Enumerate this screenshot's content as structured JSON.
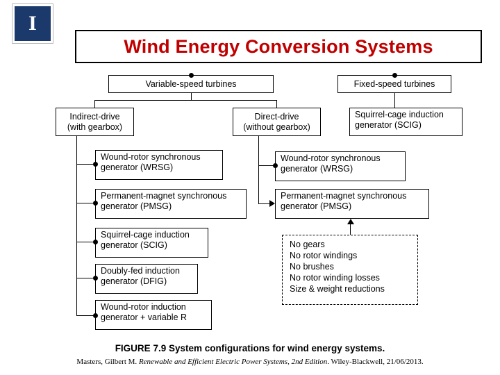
{
  "logo": {
    "glyph": "I",
    "background": "#1b3a6b"
  },
  "title": {
    "text": "Wind Energy Conversion Systems",
    "color": "#c00000"
  },
  "diagram": {
    "level1": [
      {
        "name": "variable-speed-turbines",
        "text": "Variable-speed turbines"
      },
      {
        "name": "fixed-speed-turbines",
        "text": "Fixed-speed turbines"
      }
    ],
    "level2": [
      {
        "name": "indirect-drive",
        "line1": "Indirect-drive",
        "line2": "(with gearbox)"
      },
      {
        "name": "direct-drive",
        "line1": "Direct-drive",
        "line2": "(without gearbox)"
      },
      {
        "name": "scig-fixed",
        "line1": "Squirrel-cage induction",
        "line2": "generator (SCIG)"
      }
    ],
    "indirect_children": [
      {
        "name": "wrsg-indirect",
        "line1": "Wound-rotor synchronous",
        "line2": "generator (WRSG)"
      },
      {
        "name": "pmsg-indirect",
        "line1": "Permanent-magnet synchronous",
        "line2": "generator (PMSG)"
      },
      {
        "name": "scig-indirect",
        "line1": "Squirrel-cage induction",
        "line2": "generator (SCIG)"
      },
      {
        "name": "dfig-indirect",
        "line1": "Doubly-fed induction",
        "line2": "generator (DFIG)"
      },
      {
        "name": "wrig-indirect",
        "line1": "Wound-rotor induction",
        "line2": "generator + variable R"
      }
    ],
    "direct_children": [
      {
        "name": "wrsg-direct",
        "line1": "Wound-rotor synchronous",
        "line2": "generator (WRSG)"
      },
      {
        "name": "pmsg-direct",
        "line1": "Permanent-magnet synchronous",
        "line2": "generator (PMSG)"
      }
    ],
    "notes": {
      "name": "direct-drive-benefits",
      "lines": [
        "No gears",
        "No rotor windings",
        "No brushes",
        "No rotor winding losses",
        "Size & weight reductions"
      ]
    }
  },
  "caption": {
    "figure": "FIGURE 7.9 System configurations for wind energy systems.",
    "credit_prefix": "Masters, Gilbert M. ",
    "credit_italic": "Renewable and Efficient Electric Power Systems, 2nd Edition",
    "credit_suffix": ". Wiley-Blackwell, 21/06/2013."
  }
}
